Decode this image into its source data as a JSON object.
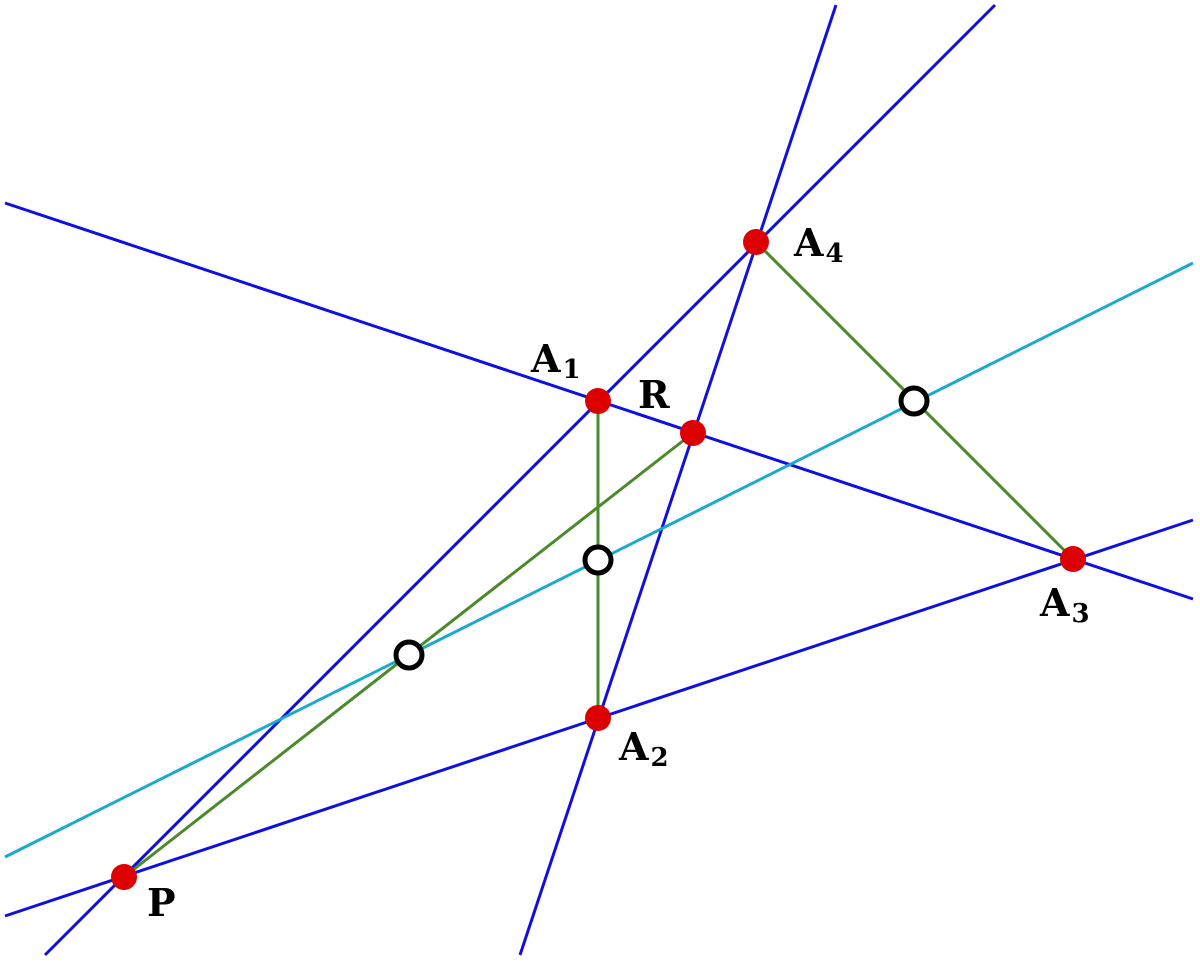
{
  "colors": {
    "line": "#1010dd",
    "diagonal": "#18a8d0",
    "segment": "#4b8a2a",
    "point": "#dd0000",
    "hollow_point": "#000000"
  },
  "labels": {
    "P": {
      "main": "P",
      "sub": ""
    },
    "A1": {
      "main": "A",
      "sub": "1"
    },
    "A2": {
      "main": "A",
      "sub": "2"
    },
    "A3": {
      "main": "A",
      "sub": "3"
    },
    "A4": {
      "main": "A",
      "sub": "4"
    },
    "R": {
      "main": "R",
      "sub": ""
    }
  }
}
